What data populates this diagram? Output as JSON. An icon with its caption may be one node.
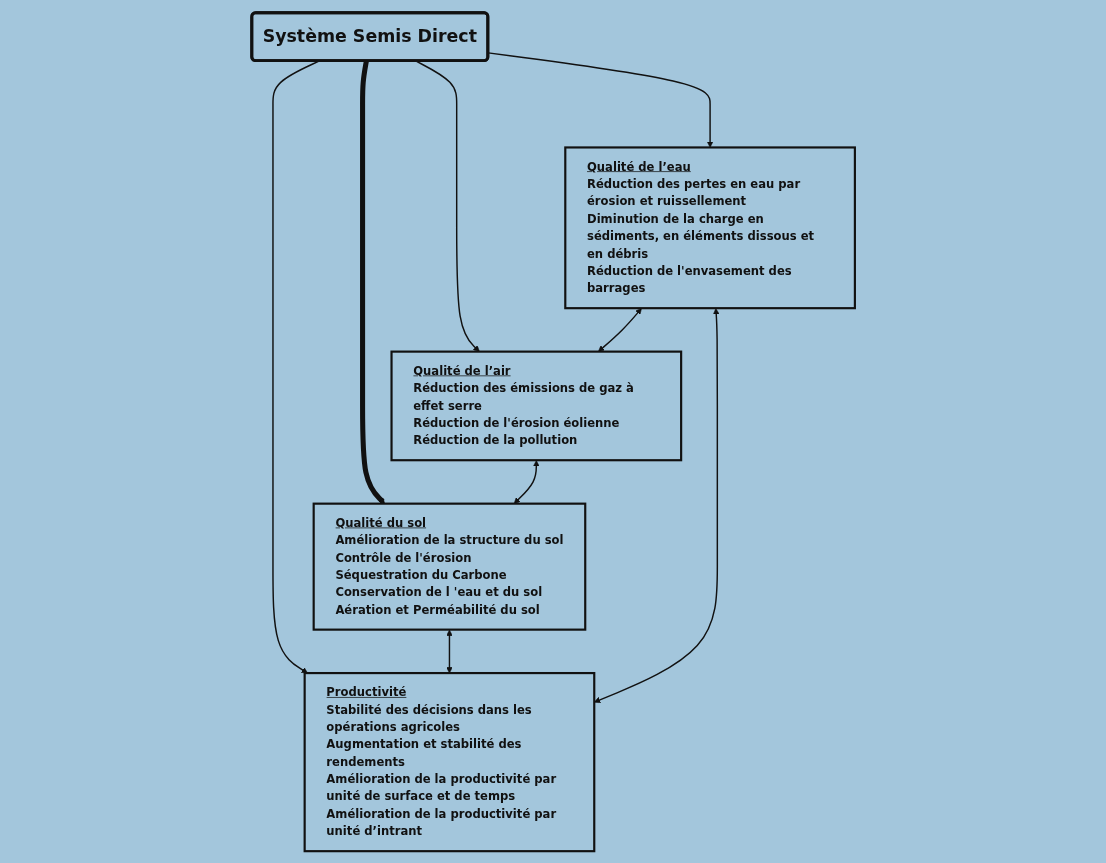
{
  "diagram": {
    "nodes": [
      {
        "text": [
          "Qualité de l’air",
          "Réduction des émissions de gaz à effet serre",
          "Réduction de l'érosion éolienne",
          "Réduction de la pollution"
        ]
      },
      {
        "text": [
          "Qualité de l’eau",
          "Réduction des pertes en eau par érosion et ruissellement",
          "Diminution de la charge en sédiments, en éléments dissous et en débris",
          "Réduction de l'envasement des barrages"
        ]
      },
      {
        "text": [
          "Système Semis Direct"
        ]
      },
      {
        "text": [
          "Qualité du sol",
          "Amélioration de la structure du sol",
          "Contrôle de l'érosion",
          "Séquestration du Carbone",
          "Conservation de l 'eau et du sol",
          "Aération et Perméabilité du sol"
        ]
      },
      {
        "text": [
          "Productivité",
          "Stabilité des décisions dans les opérations agricoles",
          "Augmentation et stabilité des rendements",
          "Amélioration de la productivité par unité de surface et de temps",
          "Amélioration de la productivité par unité d’intrant"
        ]
      }
    ],
    "edges": [
      {
        "from": 2,
        "to": 0,
        "arrow": "to"
      },
      {
        "from": 2,
        "to": 1,
        "arrow": "to"
      },
      {
        "from": 2,
        "to": 3,
        "arrow": "to",
        "style": "thick"
      },
      {
        "from": 2,
        "to": 4,
        "arrow": "to"
      },
      {
        "from": 1,
        "to": 0,
        "arrow": "both"
      },
      {
        "from": 0,
        "to": 3,
        "arrow": "both"
      },
      {
        "from": 3,
        "to": 4,
        "arrow": "both"
      },
      {
        "from": 1,
        "to": 4,
        "arrow": "both"
      }
    ]
  }
}
